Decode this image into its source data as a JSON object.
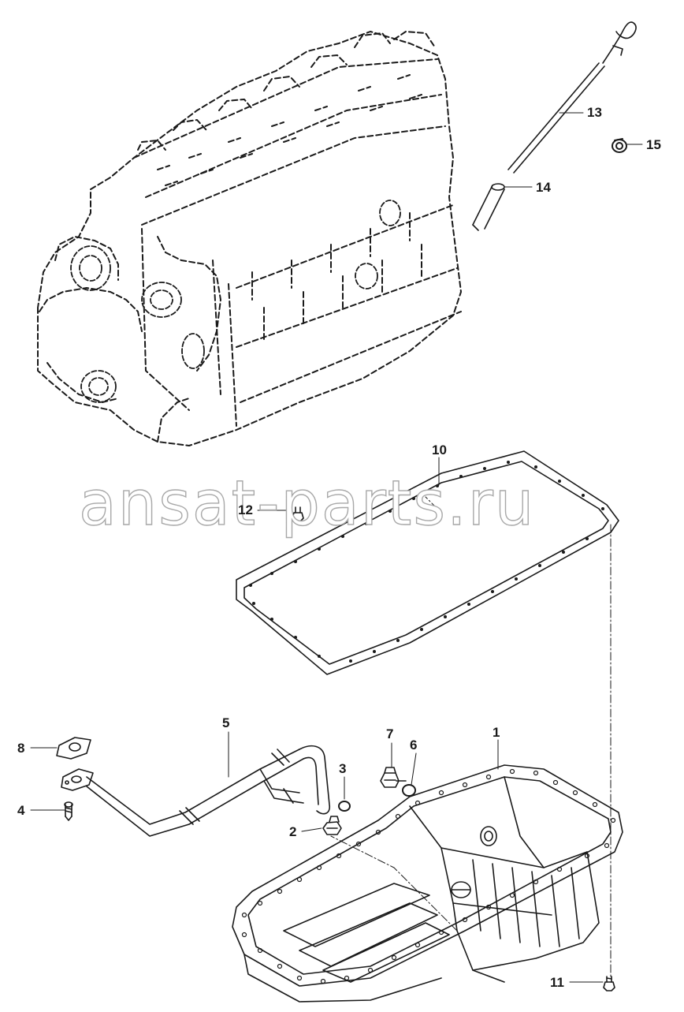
{
  "watermark": "ansat-parts.ru",
  "callouts": {
    "c1": "1",
    "c2": "2",
    "c3": "3",
    "c4": "4",
    "c5": "5",
    "c6": "6",
    "c7": "7",
    "c8": "8",
    "c10": "10",
    "c11": "11",
    "c12": "12",
    "c13": "13",
    "c14": "14",
    "c15": "15"
  }
}
